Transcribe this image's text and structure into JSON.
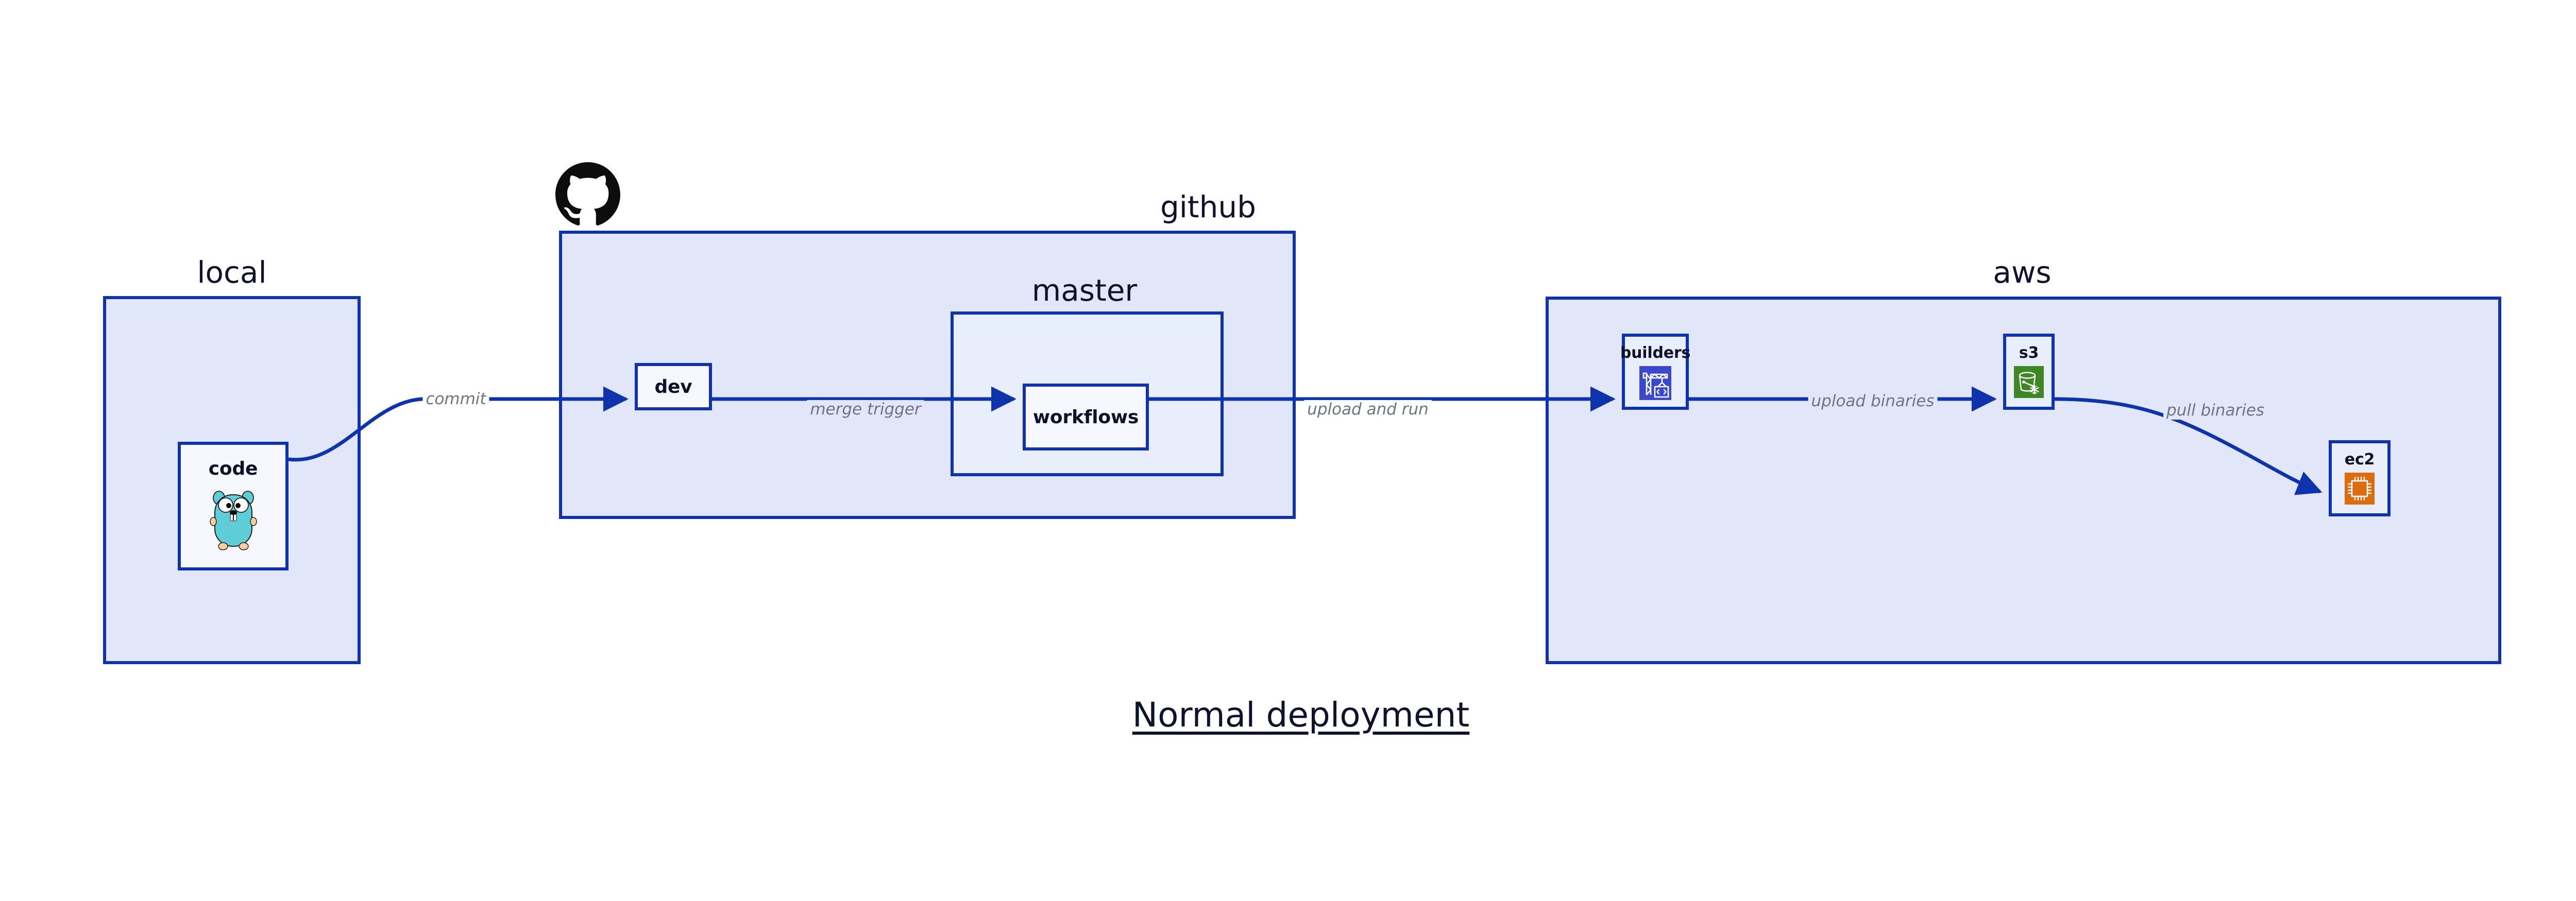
{
  "diagram": {
    "title": "Normal deployment",
    "background_color": "#ffffff",
    "accent_color": "#0f33ad",
    "group_fill": "#e1e6f9",
    "node_fill": "#e9eefc",
    "label_color": "#10112b",
    "edge_label_color": "#6f7480"
  },
  "groups": [
    {
      "id": "local",
      "label": "local",
      "label_align": "center"
    },
    {
      "id": "github",
      "label": "github",
      "label_align": "right"
    },
    {
      "id": "master",
      "label": "master",
      "label_align": "center"
    },
    {
      "id": "aws",
      "label": "aws",
      "label_align": "center"
    }
  ],
  "nodes": [
    {
      "id": "code",
      "label": "code",
      "icon": "go-gopher-icon",
      "group": "local"
    },
    {
      "id": "dev",
      "label": "dev",
      "icon": null,
      "group": "github"
    },
    {
      "id": "workflows",
      "label": "workflows",
      "icon": null,
      "group": "master"
    },
    {
      "id": "builders",
      "label": "builders",
      "icon": "aws-codebuild-icon",
      "icon_color": "#3b48cc",
      "group": "aws"
    },
    {
      "id": "s3",
      "label": "s3",
      "icon": "aws-s3-glacier-icon",
      "icon_color": "#3f8624",
      "group": "aws"
    },
    {
      "id": "ec2",
      "label": "ec2",
      "icon": "aws-ec2-icon",
      "icon_color": "#dd6b10",
      "group": "aws"
    }
  ],
  "edges": [
    {
      "id": "commit",
      "from": "code",
      "to": "dev",
      "label": "commit"
    },
    {
      "id": "merge-trigger",
      "from": "dev",
      "to": "workflows",
      "label": "merge trigger"
    },
    {
      "id": "upload-and-run",
      "from": "workflows",
      "to": "builders",
      "label": "upload and run"
    },
    {
      "id": "upload-binaries",
      "from": "builders",
      "to": "s3",
      "label": "upload binaries"
    },
    {
      "id": "pull-binaries",
      "from": "s3",
      "to": "ec2",
      "label": "pull binaries"
    }
  ],
  "logos": [
    {
      "id": "github-logo",
      "name": "github-octocat-icon",
      "color": "#0d0d0d"
    }
  ]
}
